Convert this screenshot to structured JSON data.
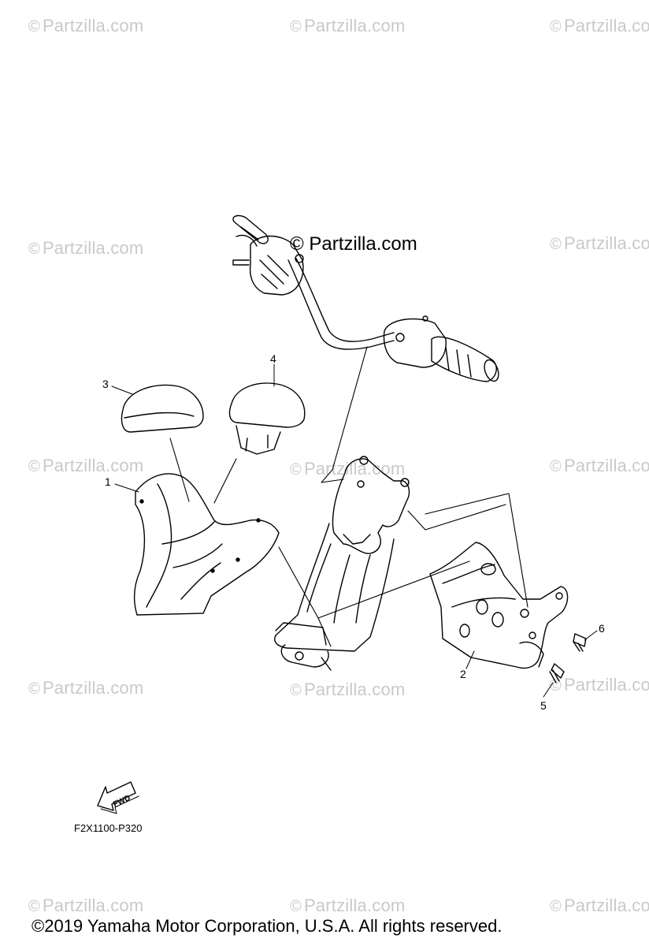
{
  "watermark": {
    "symbol": "©",
    "text": "Partzilla.com",
    "color": "#c9c9c9"
  },
  "main_watermark": "© Partzilla.com",
  "callouts": {
    "c1": "1",
    "c2": "2",
    "c3": "3",
    "c4": "4",
    "c5": "5",
    "c6": "6"
  },
  "fwd_label": "FWD",
  "drawing_code": "F2X1100-P320",
  "copyright": "©2019  Yamaha Motor Corporation, U.S.A. All rights reserved."
}
